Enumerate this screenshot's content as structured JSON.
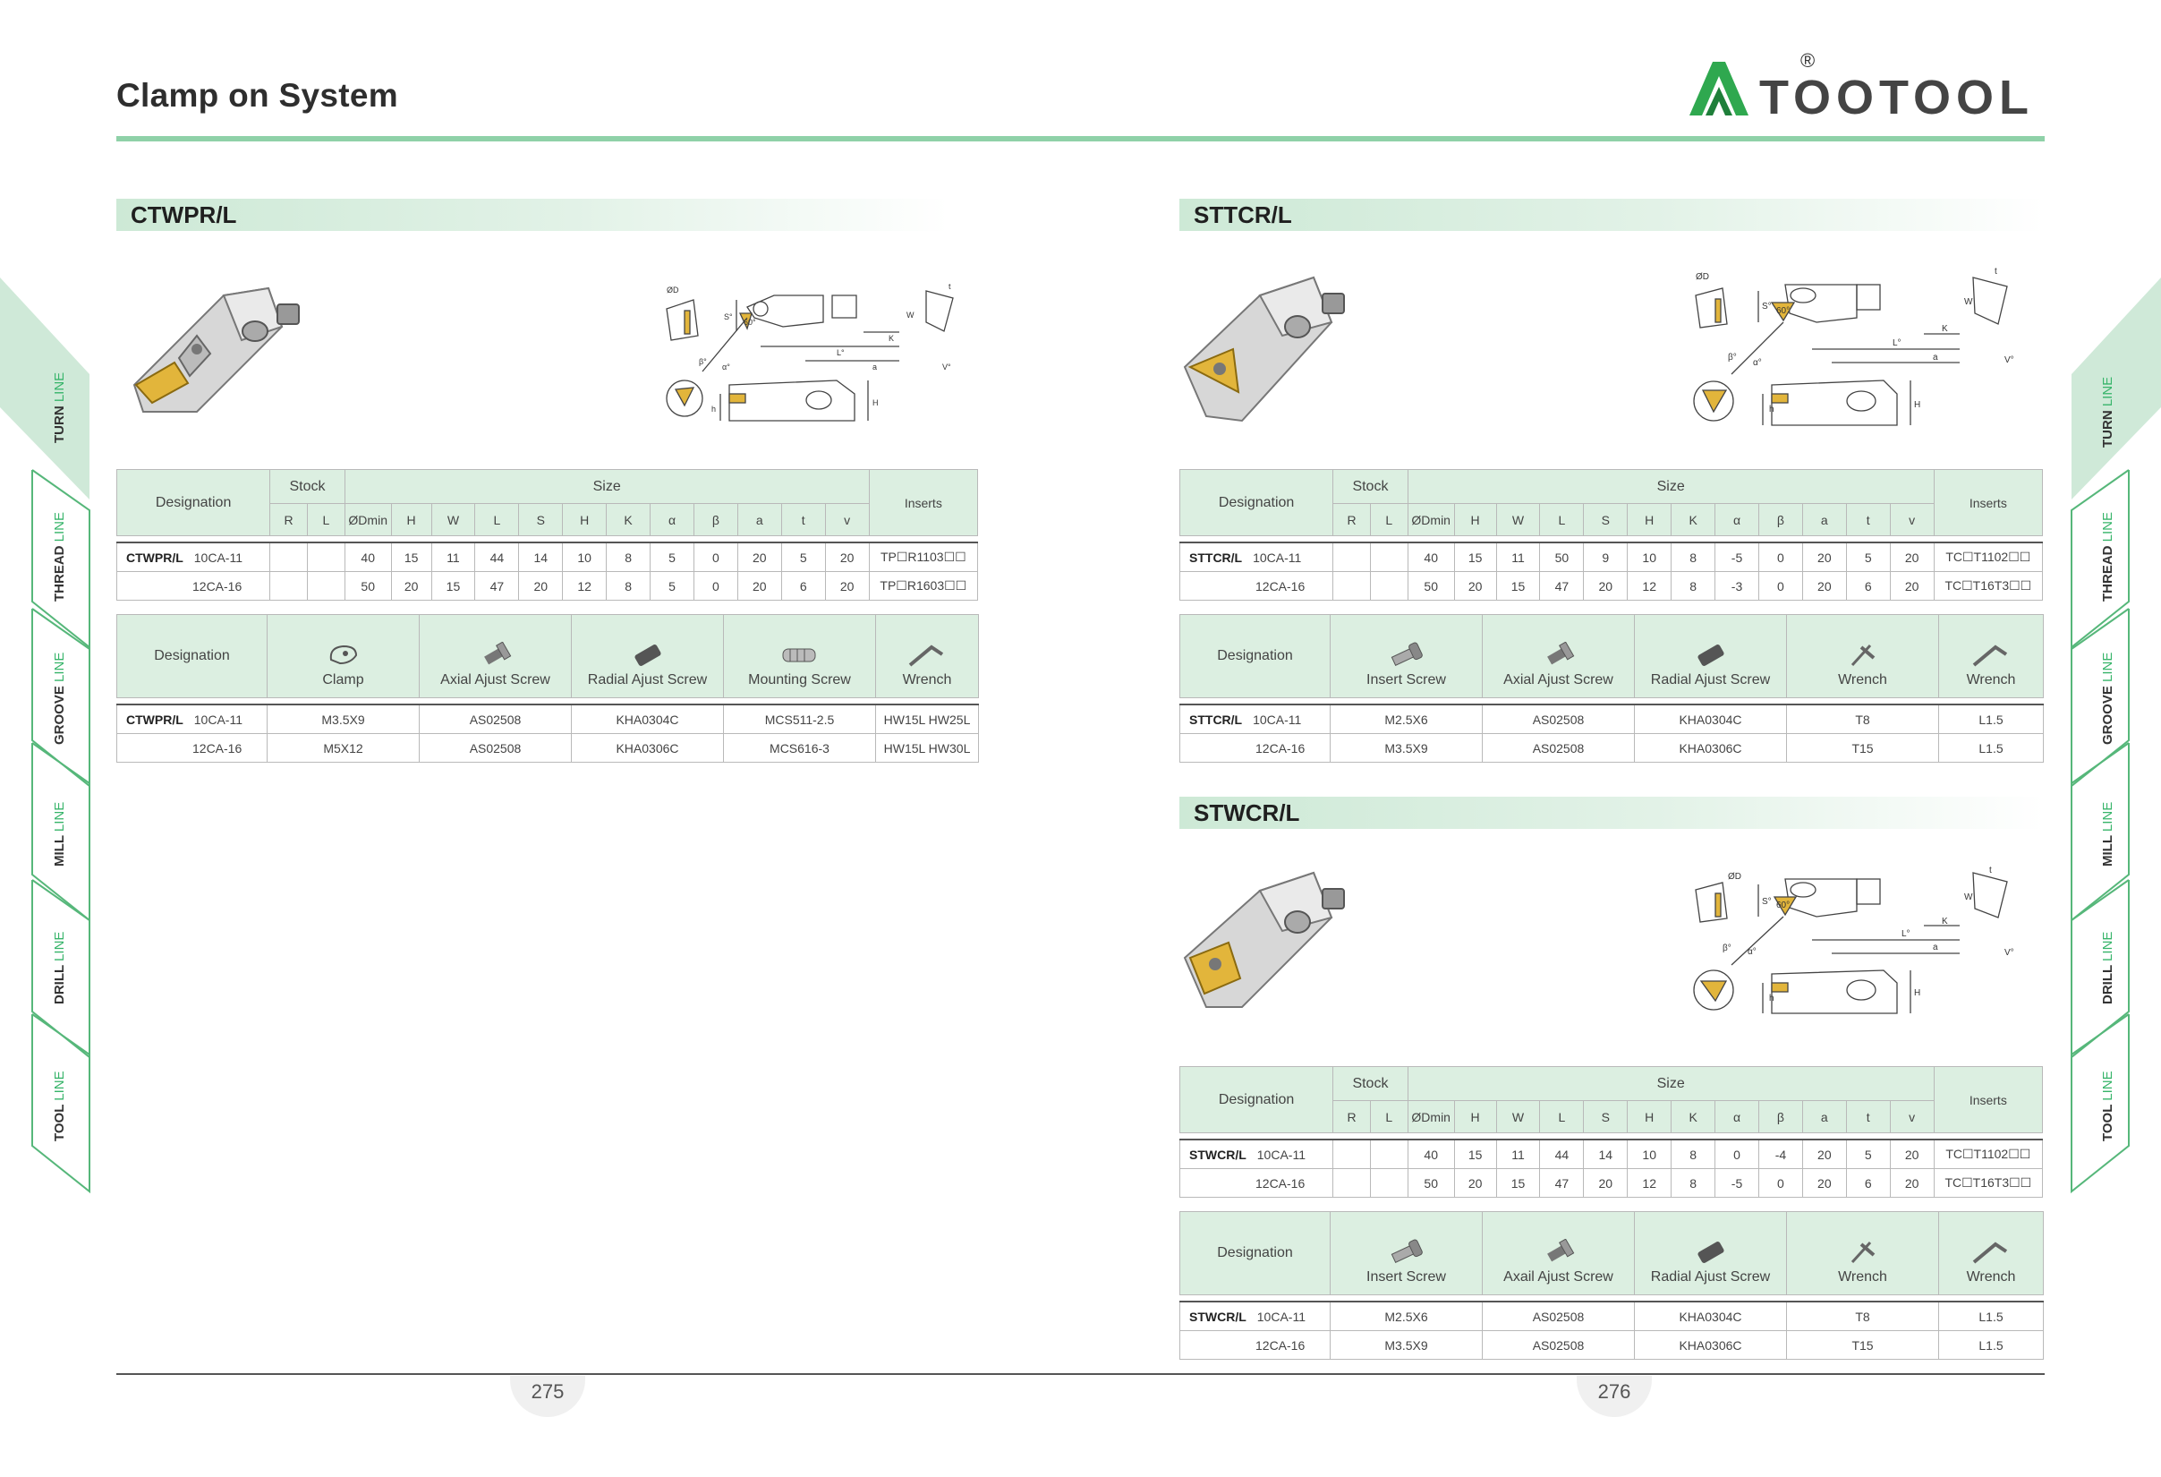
{
  "header": {
    "title": "Clamp on System",
    "brand": "TOOTOOL",
    "registered": "®",
    "brand_color": "#2fa84f",
    "accent_rule_color": "#8fd1a8"
  },
  "side_tabs": [
    {
      "bold": "TURN",
      "light": "LINE",
      "active": true
    },
    {
      "bold": "THREAD",
      "light": "LINE",
      "active": false
    },
    {
      "bold": "GROOVE",
      "light": "LINE",
      "active": false
    },
    {
      "bold": "MILL",
      "light": "LINE",
      "active": false
    },
    {
      "bold": "DRILL",
      "light": "LINE",
      "active": false
    },
    {
      "bold": "TOOL",
      "light": "LINE",
      "active": false
    }
  ],
  "dimension_labels": {
    "od": "ØD",
    "s": "S°",
    "w": "W",
    "k": "K",
    "l": "L°",
    "a": "a",
    "t": "t",
    "v": "V°",
    "h": "h",
    "H": "H",
    "angle": "60°",
    "beta": "β°",
    "alpha": "α°"
  },
  "size_headers": {
    "designation": "Designation",
    "stock": "Stock",
    "size": "Size",
    "inserts": "Inserts",
    "cols": [
      "R",
      "L",
      "ØDmin",
      "H",
      "W",
      "L",
      "S",
      "H",
      "K",
      "α",
      "β",
      "a",
      "t",
      "v"
    ]
  },
  "sections": {
    "ctwpr": {
      "title": "CTWPR/L",
      "size_rows": [
        {
          "prefix": "CTWPR/L",
          "code": "10CA-11",
          "values": [
            "",
            "",
            "40",
            "15",
            "11",
            "44",
            "14",
            "10",
            "8",
            "5",
            "0",
            "20",
            "5",
            "20"
          ],
          "inserts": "TP☐R1103☐☐"
        },
        {
          "prefix": "",
          "code": "12CA-16",
          "values": [
            "",
            "",
            "50",
            "20",
            "15",
            "47",
            "20",
            "12",
            "8",
            "5",
            "0",
            "20",
            "6",
            "20"
          ],
          "inserts": "TP☐R1603☐☐"
        }
      ],
      "acc_headers": [
        "Clamp",
        "Axial Ajust Screw",
        "Radial Ajust Screw",
        "Mounting Screw",
        "Wrench"
      ],
      "acc_icons": [
        "clamp-icon",
        "axial-screw-icon",
        "radial-screw-icon",
        "mounting-screw-icon",
        "hex-wrench-icon"
      ],
      "acc_rows": [
        {
          "prefix": "CTWPR/L",
          "code": "10CA-11",
          "values": [
            "M3.5X9",
            "AS02508",
            "KHA0304C",
            "MCS511-2.5",
            "HW15L HW25L"
          ]
        },
        {
          "prefix": "",
          "code": "12CA-16",
          "values": [
            "M5X12",
            "AS02508",
            "KHA0306C",
            "MCS616-3",
            "HW15L HW30L"
          ]
        }
      ]
    },
    "sttcr": {
      "title": "STTCR/L",
      "size_rows": [
        {
          "prefix": "STTCR/L",
          "code": "10CA-11",
          "values": [
            "",
            "",
            "40",
            "15",
            "11",
            "50",
            "9",
            "10",
            "8",
            "-5",
            "0",
            "20",
            "5",
            "20"
          ],
          "inserts": "TC☐T1102☐☐"
        },
        {
          "prefix": "",
          "code": "12CA-16",
          "values": [
            "",
            "",
            "50",
            "20",
            "15",
            "47",
            "20",
            "12",
            "8",
            "-3",
            "0",
            "20",
            "6",
            "20"
          ],
          "inserts": "TC☐T16T3☐☐"
        }
      ],
      "acc_headers": [
        "Insert Screw",
        "Axial Ajust Screw",
        "Radial Ajust Screw",
        "Wrench",
        "Wrench"
      ],
      "acc_icons": [
        "insert-screw-icon",
        "axial-screw-icon",
        "radial-screw-icon",
        "torx-wrench-icon",
        "hex-wrench-icon"
      ],
      "acc_rows": [
        {
          "prefix": "STTCR/L",
          "code": "10CA-11",
          "values": [
            "M2.5X6",
            "AS02508",
            "KHA0304C",
            "T8",
            "L1.5"
          ]
        },
        {
          "prefix": "",
          "code": "12CA-16",
          "values": [
            "M3.5X9",
            "AS02508",
            "KHA0306C",
            "T15",
            "L1.5"
          ]
        }
      ]
    },
    "stwcr": {
      "title": "STWCR/L",
      "size_rows": [
        {
          "prefix": "STWCR/L",
          "code": "10CA-11",
          "values": [
            "",
            "",
            "40",
            "15",
            "11",
            "44",
            "14",
            "10",
            "8",
            "0",
            "-4",
            "20",
            "5",
            "20"
          ],
          "inserts": "TC☐T1102☐☐"
        },
        {
          "prefix": "",
          "code": "12CA-16",
          "values": [
            "",
            "",
            "50",
            "20",
            "15",
            "47",
            "20",
            "12",
            "8",
            "-5",
            "0",
            "20",
            "6",
            "20"
          ],
          "inserts": "TC☐T16T3☐☐"
        }
      ],
      "acc_headers": [
        "Insert Screw",
        "Axail Ajust Screw",
        "Radial Ajust Screw",
        "Wrench",
        "Wrench"
      ],
      "acc_icons": [
        "insert-screw-icon",
        "axial-screw-icon",
        "radial-screw-icon",
        "torx-wrench-icon",
        "hex-wrench-icon"
      ],
      "acc_rows": [
        {
          "prefix": "STWCR/L",
          "code": "10CA-11",
          "values": [
            "M2.5X6",
            "AS02508",
            "KHA0304C",
            "T8",
            "L1.5"
          ]
        },
        {
          "prefix": "",
          "code": "12CA-16",
          "values": [
            "M3.5X9",
            "AS02508",
            "KHA0306C",
            "T15",
            "L1.5"
          ]
        }
      ]
    }
  },
  "footer": {
    "left_page": "275",
    "right_page": "276"
  }
}
